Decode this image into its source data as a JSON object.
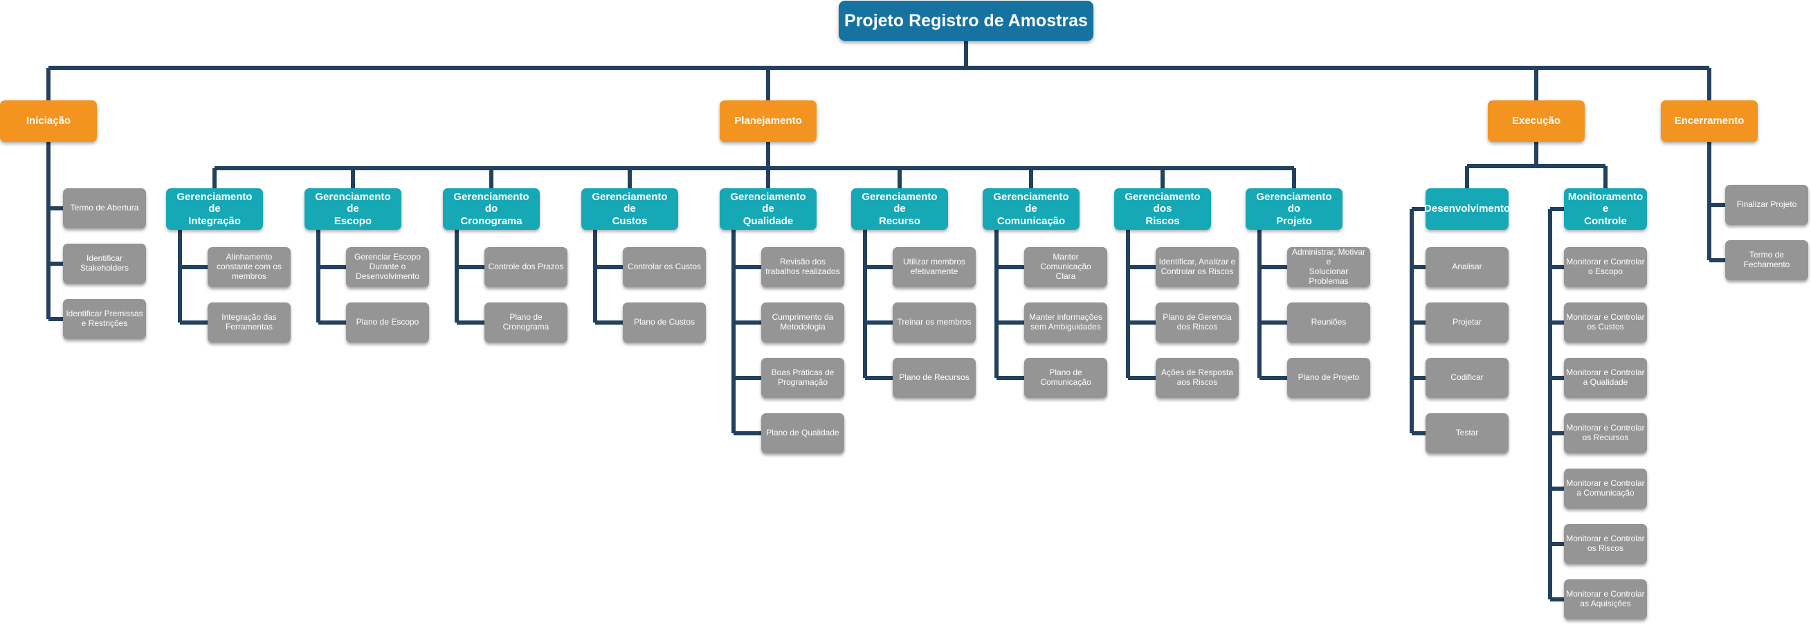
{
  "diagram": {
    "type": "work-breakdown-structure",
    "colors": {
      "root": "#1672a0",
      "phase": "#f2941f",
      "area": "#17a8b6",
      "task": "#959595",
      "connector": "#23415e"
    },
    "root": {
      "label": "Projeto Registro de Amostras",
      "children": [
        {
          "label": "Iniciação",
          "children": [
            {
              "label": "Termo de Abertura"
            },
            {
              "label": "Identificar\nStakeholders"
            },
            {
              "label": "Identificar Premissas\ne Restrições"
            }
          ]
        },
        {
          "label": "Planejamento",
          "children": [
            {
              "label": "Gerenciamento de\nIntegração",
              "children": [
                {
                  "label": "Alinhamento\nconstante com os\nmembros"
                },
                {
                  "label": "Integração das\nFerramentas"
                }
              ]
            },
            {
              "label": "Gerenciamento de\nEscopo",
              "children": [
                {
                  "label": "Gerenciar Escopo\nDurante o\nDesenvolvimento"
                },
                {
                  "label": "Plano de Escopo"
                }
              ]
            },
            {
              "label": "Gerenciamento do\nCronograma",
              "children": [
                {
                  "label": "Controle dos Prazos"
                },
                {
                  "label": "Plano de Cronograma"
                }
              ]
            },
            {
              "label": "Gerenciamento de\nCustos",
              "children": [
                {
                  "label": "Controlar os Custos"
                },
                {
                  "label": "Plano de Custos"
                }
              ]
            },
            {
              "label": "Gerenciamento de\nQualidade",
              "children": [
                {
                  "label": "Revisão  dos\ntrabalhos realizados"
                },
                {
                  "label": "Cumprimento da\nMetodologia"
                },
                {
                  "label": "Boas Práticas de\nProgramação"
                },
                {
                  "label": "Plano de Qualidade"
                }
              ]
            },
            {
              "label": "Gerenciamento de\nRecurso",
              "children": [
                {
                  "label": "Utilizar membros\nefetivamente"
                },
                {
                  "label": "Treinar os membros"
                },
                {
                  "label": "Plano de Recursos"
                }
              ]
            },
            {
              "label": "Gerenciamento de\nComunicação",
              "children": [
                {
                  "label": "Manter Comunicação\nClara"
                },
                {
                  "label": "Manter informações\nsem Ambiguidades"
                },
                {
                  "label": "Plano de\nComunicação"
                }
              ]
            },
            {
              "label": "Gerenciamento dos\nRiscos",
              "children": [
                {
                  "label": "Identificar, Analizar e\nControlar os Riscos"
                },
                {
                  "label": "Plano de Gerencia\ndos Riscos"
                },
                {
                  "label": "Ações de Resposta\naos Riscos"
                }
              ]
            },
            {
              "label": "Gerenciamento do\nProjeto",
              "children": [
                {
                  "label": "Administrar, Motivar e\nSolucionar Problemas"
                },
                {
                  "label": "Reuniões"
                },
                {
                  "label": "Plano de Projeto"
                }
              ]
            }
          ]
        },
        {
          "label": "Execução",
          "children": [
            {
              "label": "Desenvolvimento",
              "children": [
                {
                  "label": "Analisar"
                },
                {
                  "label": "Projetar"
                },
                {
                  "label": "Codificar"
                },
                {
                  "label": "Testar"
                }
              ]
            },
            {
              "label": "Monitoramento e\nControle",
              "children": [
                {
                  "label": "Monitorar e Controlar\no Escopo"
                },
                {
                  "label": "Monitorar e Controlar\nos Custos"
                },
                {
                  "label": "Monitorar e Controlar\na Qualidade"
                },
                {
                  "label": "Monitorar e Controlar\nos Recursos"
                },
                {
                  "label": "Monitorar e Controlar\na Comunicação"
                },
                {
                  "label": "Monitorar e Controlar\nos Riscos"
                },
                {
                  "label": "Monitorar e Controlar\nas Aquisições"
                }
              ]
            }
          ]
        },
        {
          "label": "Encerramento",
          "children": [
            {
              "label": "Finalizar Projeto"
            },
            {
              "label": "Termo de\nFechamento"
            }
          ]
        }
      ]
    }
  }
}
